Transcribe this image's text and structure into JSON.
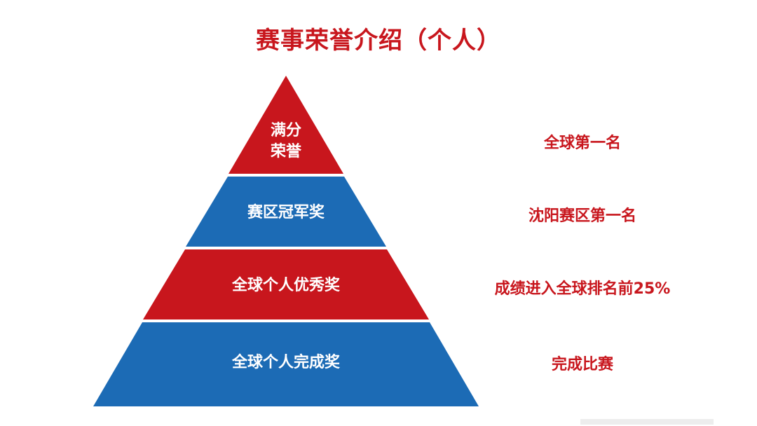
{
  "title": "赛事荣誉介绍（个人）",
  "colors": {
    "red": "#c8161d",
    "blue": "#1c6bb5",
    "white": "#ffffff"
  },
  "tiers": [
    {
      "name": "满分荣誉",
      "line1": "满分",
      "line2": "荣誉",
      "description": "全球第一名",
      "color": "red"
    },
    {
      "name": "赛区冠军奖",
      "description": "沈阳赛区第一名",
      "color": "blue"
    },
    {
      "name": "全球个人优秀奖",
      "description": "成绩进入全球排名前25%",
      "color": "red"
    },
    {
      "name": "全球个人完成奖",
      "description": "完成比赛",
      "color": "blue"
    }
  ]
}
